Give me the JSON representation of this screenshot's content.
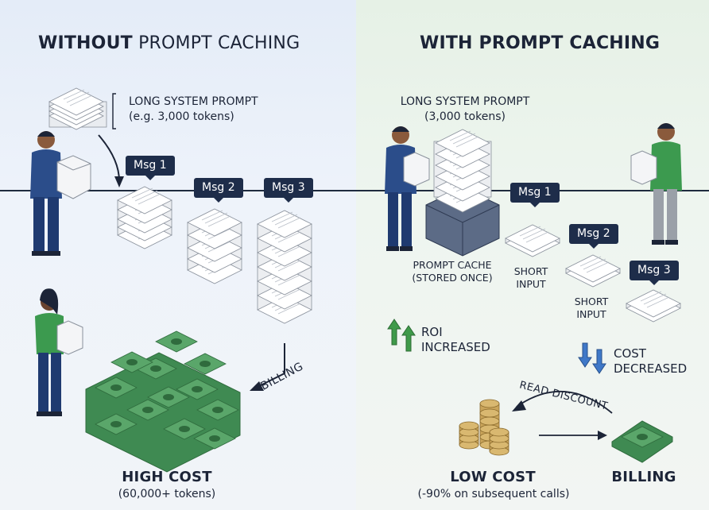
{
  "left": {
    "title_bold": "WITHOUT",
    "title_rest": "PROMPT CACHING",
    "system_prompt_label": "LONG SYSTEM PROMPT",
    "system_prompt_tokens": "(e.g. 3,000 tokens)",
    "messages": [
      "Msg 1",
      "Msg 2",
      "Msg 3"
    ],
    "billing_label": "BILLING",
    "cost_title": "HIGH COST",
    "cost_detail": "(60,000+ tokens)"
  },
  "right": {
    "title": "WITH PROMPT CACHING",
    "system_prompt_label": "LONG SYSTEM PROMPT",
    "system_prompt_tokens": "(3,000 tokens)",
    "cache_label_1": "PROMPT CACHE",
    "cache_label_2": "(STORED ONCE)",
    "messages": [
      "Msg 1",
      "Msg 2",
      "Msg 3"
    ],
    "short_input_1": "SHORT",
    "short_input_2": "INPUT",
    "roi_1": "ROI",
    "roi_2": "INCREASED",
    "cost_dec_1": "COST",
    "cost_dec_2": "DECREASED",
    "read_discount": "READ DISCOUNT",
    "cost_title": "LOW COST",
    "cost_detail": "(-90% on subsequent calls)",
    "billing_label": "BILLING"
  },
  "colors": {
    "navy": "#1e2d4a",
    "money_green": "#3f8a52",
    "person_green": "#3c9a4f",
    "arrow_green": "#3f9a4a",
    "arrow_blue": "#3f78c8",
    "coin_gold": "#c9a45a"
  }
}
